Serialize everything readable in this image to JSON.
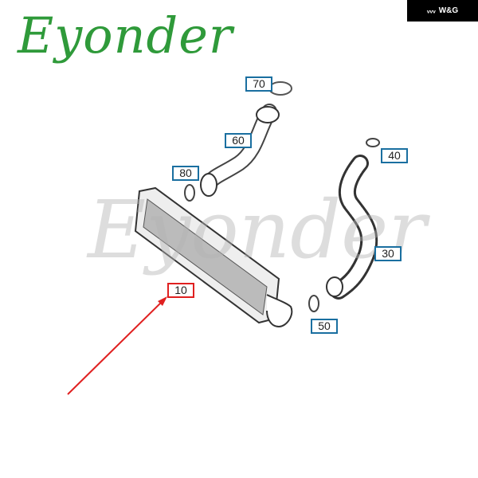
{
  "badge": {
    "icon": "crown-icon",
    "text": "W&G"
  },
  "brand": {
    "logo_text": "Eyonder",
    "watermark_text": "Eyonder",
    "color": "#2f9a3a"
  },
  "callouts": [
    {
      "id": "70",
      "highlight": false
    },
    {
      "id": "60",
      "highlight": false
    },
    {
      "id": "80",
      "highlight": false
    },
    {
      "id": "40",
      "highlight": false
    },
    {
      "id": "30",
      "highlight": false
    },
    {
      "id": "10",
      "highlight": true
    },
    {
      "id": "50",
      "highlight": false
    }
  ],
  "colors": {
    "callout_border": "#1a6fa0",
    "highlight": "#e02020"
  }
}
